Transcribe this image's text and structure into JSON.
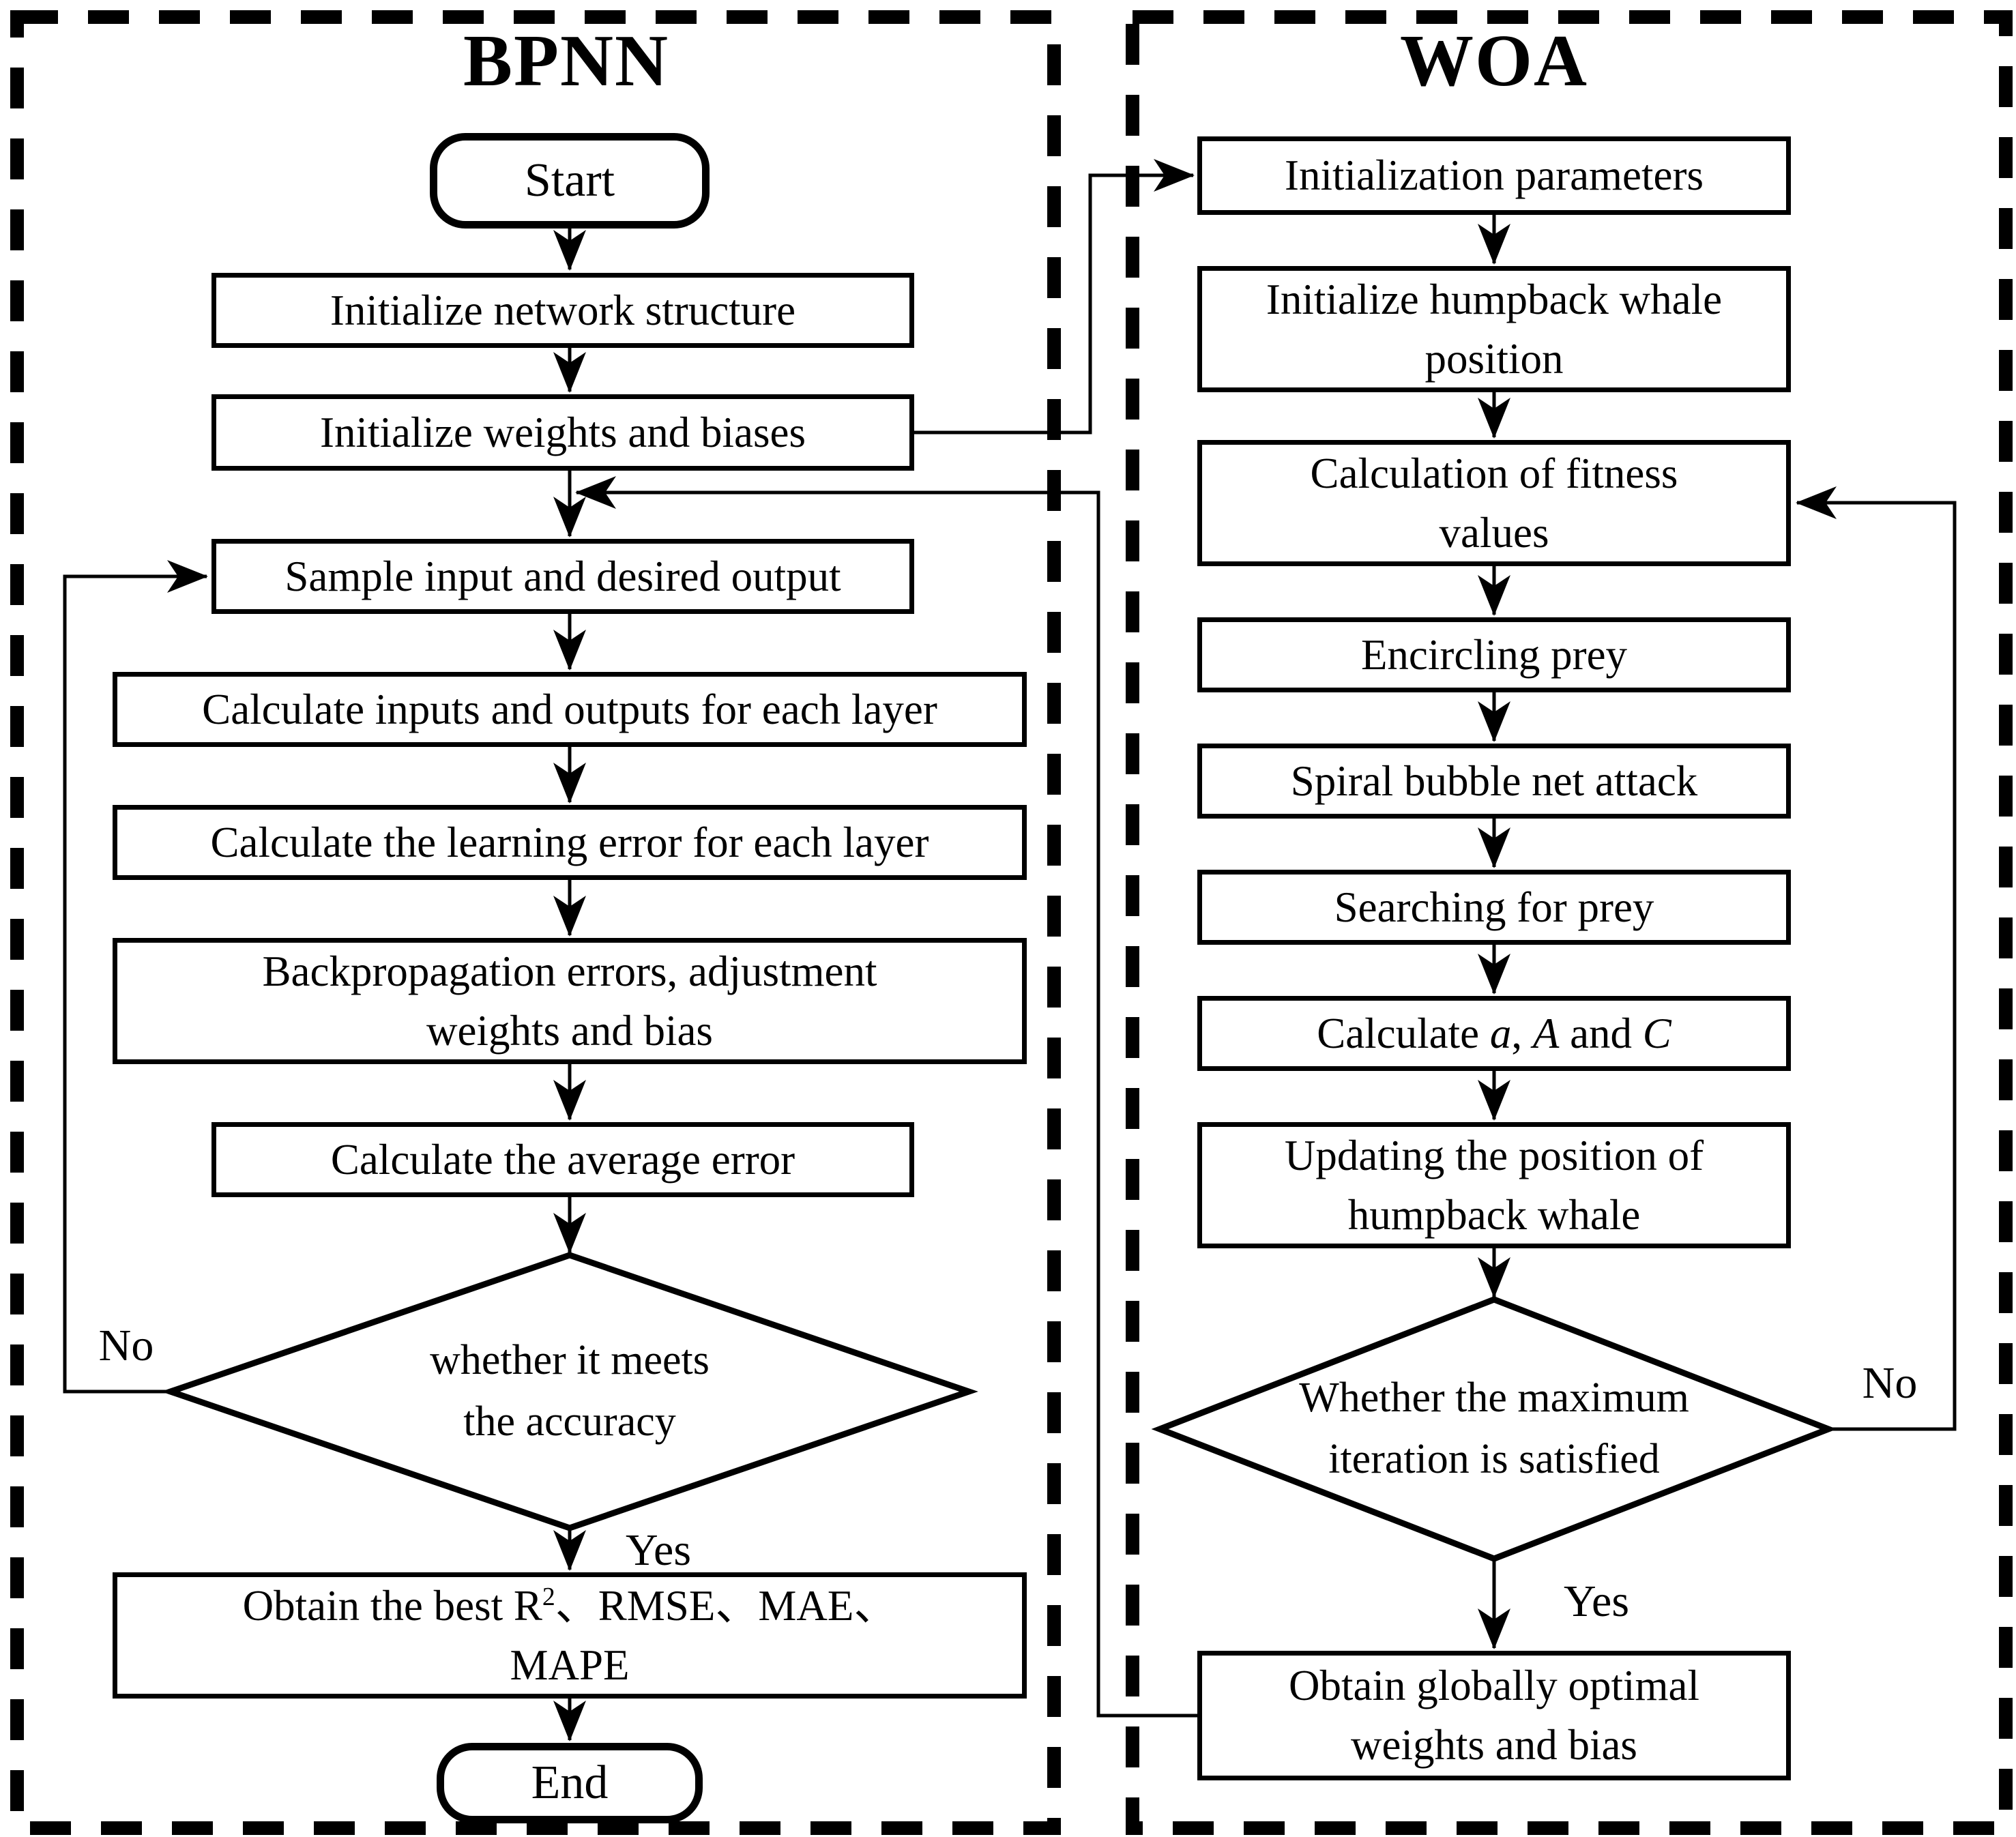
{
  "bpnn": {
    "title": "BPNN",
    "nodes": {
      "start": "Start",
      "init_network": "Initialize network structure",
      "init_weights": "Initialize weights and biases",
      "sample_io": "Sample input and desired output",
      "calc_io": "Calculate inputs and outputs for each layer",
      "calc_error": "Calculate the learning error for each layer",
      "backprop": "Backpropagation errors, adjustment\nweights and bias",
      "avg_error": "Calculate the average error",
      "decision": "whether it meets\nthe accuracy",
      "obtain_best": [
        [
          {
            "t": "Obtain the best R"
          },
          {
            "t": "2",
            "sup": true
          },
          {
            "t": "、RMSE、MAE、"
          }
        ],
        [
          {
            "t": "MAPE"
          }
        ]
      ],
      "end": "End"
    },
    "no_label": "No",
    "yes_label": "Yes"
  },
  "woa": {
    "title": "WOA",
    "nodes": {
      "init_params": "Initialization parameters",
      "init_whale": "Initialize humpback whale\nposition",
      "fitness": "Calculation of fitness\nvalues",
      "encircling": "Encircling prey",
      "spiral": "Spiral bubble net attack",
      "searching": "Searching for prey",
      "calc_aac": [
        {
          "t": "Calculate "
        },
        {
          "t": "a",
          "i": true
        },
        {
          "t": ", "
        },
        {
          "t": "A",
          "i": true
        },
        {
          "t": " and "
        },
        {
          "t": "C",
          "i": true
        }
      ],
      "updating": "Updating the position of\nhumpback whale",
      "decision": "Whether the maximum\niteration is satisfied",
      "obtain_global": "Obtain globally optimal\nweights and bias"
    },
    "no_label": "No",
    "yes_label": "Yes"
  },
  "colors": {
    "line": "#000000",
    "background": "#ffffff"
  }
}
